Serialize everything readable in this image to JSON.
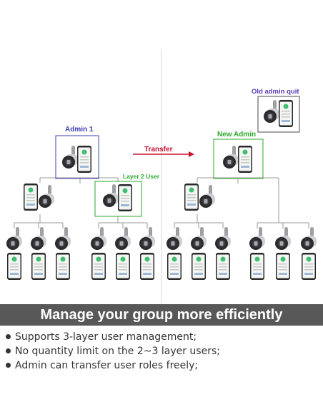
{
  "diagram": {
    "left": {
      "admin_label": "Admin 1",
      "layer2_label": "Layer 2 User"
    },
    "transfer_label": "Transfer",
    "right": {
      "old_admin_label": "Old admin quit",
      "new_admin_label": "New Admin"
    }
  },
  "colors": {
    "admin_label": "#3a3ab8",
    "old_admin_label": "#5a3ab8",
    "green_label": "#2aa82a",
    "transfer": "#c8102e",
    "banner_bg": "#585858"
  },
  "icons": [
    "lock-icon",
    "phone-icon"
  ],
  "banner": {
    "title": "Manage your group more efficiently"
  },
  "features": [
    "Supports 3-layer user management;",
    "No quantity limit on the 2~3 layer users;",
    "Admin can transfer user roles freely;"
  ]
}
